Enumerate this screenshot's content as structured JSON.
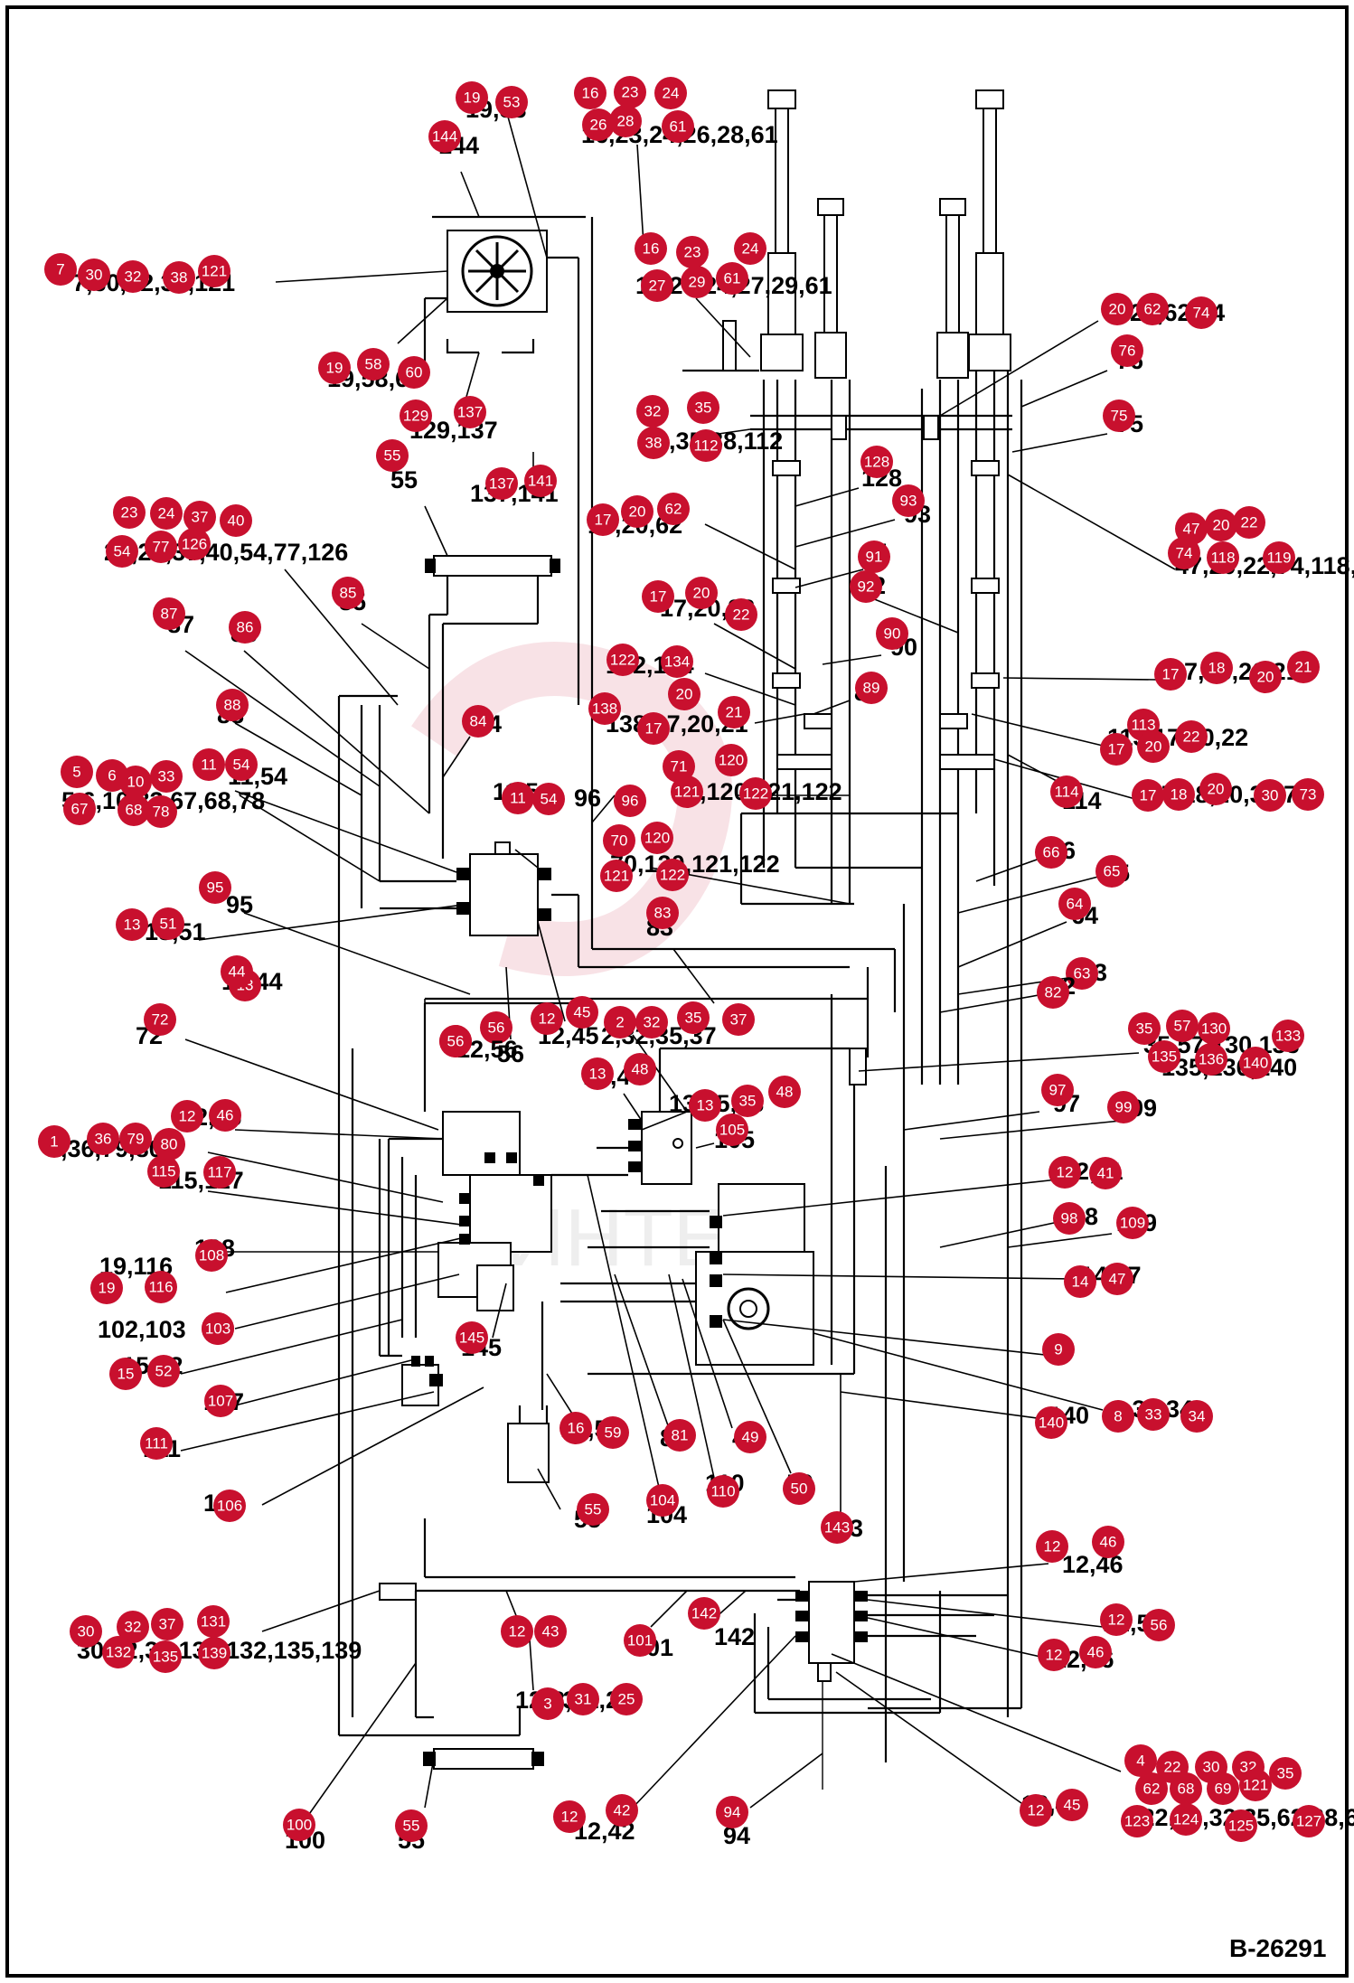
{
  "document_number": "B-26291",
  "watermark": "ИНТЕХ",
  "callouts": [
    {
      "label": "19,53",
      "bubbles": [
        "19",
        "53"
      ]
    },
    {
      "label": "16,23,24,26,28,61",
      "bubbles": [
        "16",
        "23",
        "24",
        "26",
        "28",
        "61"
      ]
    },
    {
      "label": "144",
      "bubbles": [
        "144"
      ]
    },
    {
      "label": "7,30,32,38,121",
      "bubbles": [
        "7",
        "30",
        "32",
        "38",
        "121"
      ]
    },
    {
      "label": "16,23,24,27,29,61",
      "bubbles": [
        "16",
        "23",
        "24",
        "27",
        "29",
        "61"
      ]
    },
    {
      "label": "20,62,74",
      "bubbles": [
        "20",
        "62",
        "74"
      ]
    },
    {
      "label": "76",
      "bubbles": [
        "76"
      ]
    },
    {
      "label": "19,58,60",
      "bubbles": [
        "19",
        "58",
        "60"
      ]
    },
    {
      "label": "129,137",
      "bubbles": [
        "129",
        "137"
      ]
    },
    {
      "label": "32,35,38,112",
      "bubbles": [
        "32",
        "35",
        "38",
        "112"
      ]
    },
    {
      "label": "75",
      "bubbles": [
        "75"
      ]
    },
    {
      "label": "55",
      "bubbles": [
        "55"
      ]
    },
    {
      "label": "137,141",
      "bubbles": [
        "137",
        "141"
      ]
    },
    {
      "label": "128",
      "bubbles": [
        "128"
      ]
    },
    {
      "label": "93",
      "bubbles": [
        "93"
      ]
    },
    {
      "label": "23,24,37,40,54,77,126",
      "bubbles": [
        "23",
        "24",
        "37",
        "40",
        "54",
        "77",
        "126"
      ]
    },
    {
      "label": "17,20,62",
      "bubbles": [
        "17",
        "20",
        "62"
      ]
    },
    {
      "label": "47,20,22,74,118,119",
      "bubbles": [
        "47",
        "20",
        "22",
        "74",
        "118",
        "119"
      ]
    },
    {
      "label": "91",
      "bubbles": [
        "91"
      ]
    },
    {
      "label": "92",
      "bubbles": [
        "92"
      ]
    },
    {
      "label": "85",
      "bubbles": [
        "85"
      ]
    },
    {
      "label": "17,20,22",
      "bubbles": [
        "17",
        "20",
        "22"
      ]
    },
    {
      "label": "87",
      "bubbles": [
        "87"
      ]
    },
    {
      "label": "86",
      "bubbles": [
        "86"
      ]
    },
    {
      "label": "90",
      "bubbles": [
        "90"
      ]
    },
    {
      "label": "122,134",
      "bubbles": [
        "122",
        "134"
      ]
    },
    {
      "label": "17,18,20,21",
      "bubbles": [
        "17",
        "18",
        "20",
        "21"
      ]
    },
    {
      "label": "89",
      "bubbles": [
        "89"
      ]
    },
    {
      "label": "88",
      "bubbles": [
        "88"
      ]
    },
    {
      "label": "84",
      "bubbles": [
        "84"
      ]
    },
    {
      "label": "138,17,20,21",
      "bubbles": [
        "138",
        "17",
        "20",
        "21"
      ]
    },
    {
      "label": "113,17,20,22",
      "bubbles": [
        "113",
        "17",
        "20",
        "22"
      ]
    },
    {
      "label": "5,6,10,33,67,68,78",
      "bubbles": [
        "5",
        "6",
        "10",
        "33",
        "67",
        "68",
        "78"
      ]
    },
    {
      "label": "11,54",
      "bubbles": [
        "11",
        "54"
      ]
    },
    {
      "label": "71,120,121,122",
      "bubbles": [
        "71",
        "120",
        "121",
        "122"
      ]
    },
    {
      "label": "114",
      "bubbles": [
        "114"
      ]
    },
    {
      "label": "17,18,20,30,73",
      "bubbles": [
        "17",
        "18",
        "20",
        "30",
        "73"
      ]
    },
    {
      "label": "96",
      "bubbles": [
        "96"
      ]
    },
    {
      "label": "11,54",
      "bubbles": [
        "11",
        "54"
      ]
    },
    {
      "label": "70,120,121,122",
      "bubbles": [
        "70",
        "120",
        "121",
        "122"
      ]
    },
    {
      "label": "66",
      "bubbles": [
        "66"
      ]
    },
    {
      "label": "65",
      "bubbles": [
        "65"
      ]
    },
    {
      "label": "95",
      "bubbles": [
        "95"
      ]
    },
    {
      "label": "13,51",
      "bubbles": [
        "13",
        "51"
      ]
    },
    {
      "label": "83",
      "bubbles": [
        "83"
      ]
    },
    {
      "label": "64",
      "bubbles": [
        "64"
      ]
    },
    {
      "label": "63",
      "bubbles": [
        "63"
      ]
    },
    {
      "label": "13,44",
      "bubbles": [
        "13",
        "44"
      ]
    },
    {
      "label": "82",
      "bubbles": [
        "82"
      ]
    },
    {
      "label": "72",
      "bubbles": [
        "72"
      ]
    },
    {
      "label": "56",
      "bubbles": [
        "56"
      ]
    },
    {
      "label": "12,45",
      "bubbles": [
        "12",
        "45"
      ]
    },
    {
      "label": "2,32,35,37",
      "bubbles": [
        "2",
        "32",
        "35",
        "37"
      ]
    },
    {
      "label": "35,57,130,133",
      "bubbles": [
        "35",
        "57",
        "130",
        "133"
      ]
    },
    {
      "label": "135,136,140",
      "bubbles": [
        "135",
        "136",
        "140"
      ]
    },
    {
      "label": "12,56",
      "bubbles": [
        "12",
        "56"
      ]
    },
    {
      "label": "13,48",
      "bubbles": [
        "13",
        "48"
      ]
    },
    {
      "label": "13,35,48",
      "bubbles": [
        "13",
        "35",
        "48"
      ]
    },
    {
      "label": "97",
      "bubbles": [
        "97"
      ]
    },
    {
      "label": "99",
      "bubbles": [
        "99"
      ]
    },
    {
      "label": "12,46",
      "bubbles": [
        "12",
        "46"
      ]
    },
    {
      "label": "105",
      "bubbles": [
        "105"
      ]
    },
    {
      "label": "1,36,79,80",
      "bubbles": [
        "1",
        "36",
        "79",
        "80"
      ]
    },
    {
      "label": "115,117",
      "bubbles": [
        "115",
        "117"
      ]
    },
    {
      "label": "12,41",
      "bubbles": [
        "12",
        "41"
      ]
    },
    {
      "label": "98",
      "bubbles": [
        "98"
      ]
    },
    {
      "label": "109",
      "bubbles": [
        "109"
      ]
    },
    {
      "label": "108",
      "bubbles": [
        "108"
      ]
    },
    {
      "label": "14,47",
      "bubbles": [
        "14",
        "47"
      ]
    },
    {
      "label": "19,116",
      "bubbles": [
        "19",
        "116"
      ]
    },
    {
      "label": "102,103",
      "bubbles": [
        "102",
        "103"
      ]
    },
    {
      "label": "145",
      "bubbles": [
        "145"
      ]
    },
    {
      "label": "9",
      "bubbles": [
        "9"
      ]
    },
    {
      "label": "15,52",
      "bubbles": [
        "15",
        "52"
      ]
    },
    {
      "label": "107",
      "bubbles": [
        "107"
      ]
    },
    {
      "label": "8,33,34",
      "bubbles": [
        "8",
        "33",
        "34"
      ]
    },
    {
      "label": "140",
      "bubbles": [
        "140"
      ]
    },
    {
      "label": "111",
      "bubbles": [
        "111"
      ]
    },
    {
      "label": "16,59",
      "bubbles": [
        "16",
        "59"
      ]
    },
    {
      "label": "81",
      "bubbles": [
        "81"
      ]
    },
    {
      "label": "49",
      "bubbles": [
        "49"
      ]
    },
    {
      "label": "110",
      "bubbles": [
        "110"
      ]
    },
    {
      "label": "50",
      "bubbles": [
        "50"
      ]
    },
    {
      "label": "106",
      "bubbles": [
        "106"
      ]
    },
    {
      "label": "55",
      "bubbles": [
        "55"
      ]
    },
    {
      "label": "104",
      "bubbles": [
        "104"
      ]
    },
    {
      "label": "143",
      "bubbles": [
        "143"
      ]
    },
    {
      "label": "12,46",
      "bubbles": [
        "12",
        "46"
      ]
    },
    {
      "label": "30,32,37,131,132,135,139",
      "bubbles": [
        "30",
        "32",
        "37",
        "131",
        "132",
        "135",
        "139"
      ]
    },
    {
      "label": "142",
      "bubbles": [
        "142"
      ]
    },
    {
      "label": "101",
      "bubbles": [
        "101"
      ]
    },
    {
      "label": "12,56",
      "bubbles": [
        "12",
        "56"
      ]
    },
    {
      "label": "12,46",
      "bubbles": [
        "12",
        "46"
      ]
    },
    {
      "label": "12,43",
      "bubbles": [
        "12",
        "43"
      ]
    },
    {
      "label": "3,31,25",
      "bubbles": [
        "3",
        "31",
        "25"
      ]
    },
    {
      "label": "4,22,30,32,35,62,68,69,121,123,124,125,127",
      "bubbles": [
        "4",
        "22",
        "30",
        "32",
        "35",
        "62",
        "68",
        "69",
        "121",
        "123",
        "124",
        "125",
        "127"
      ]
    },
    {
      "label": "12,45",
      "bubbles": [
        "12",
        "45"
      ]
    },
    {
      "label": "100",
      "bubbles": [
        "100"
      ]
    },
    {
      "label": "55",
      "bubbles": [
        "55"
      ]
    },
    {
      "label": "12,42",
      "bubbles": [
        "12",
        "42"
      ]
    },
    {
      "label": "94",
      "bubbles": [
        "94"
      ]
    }
  ]
}
